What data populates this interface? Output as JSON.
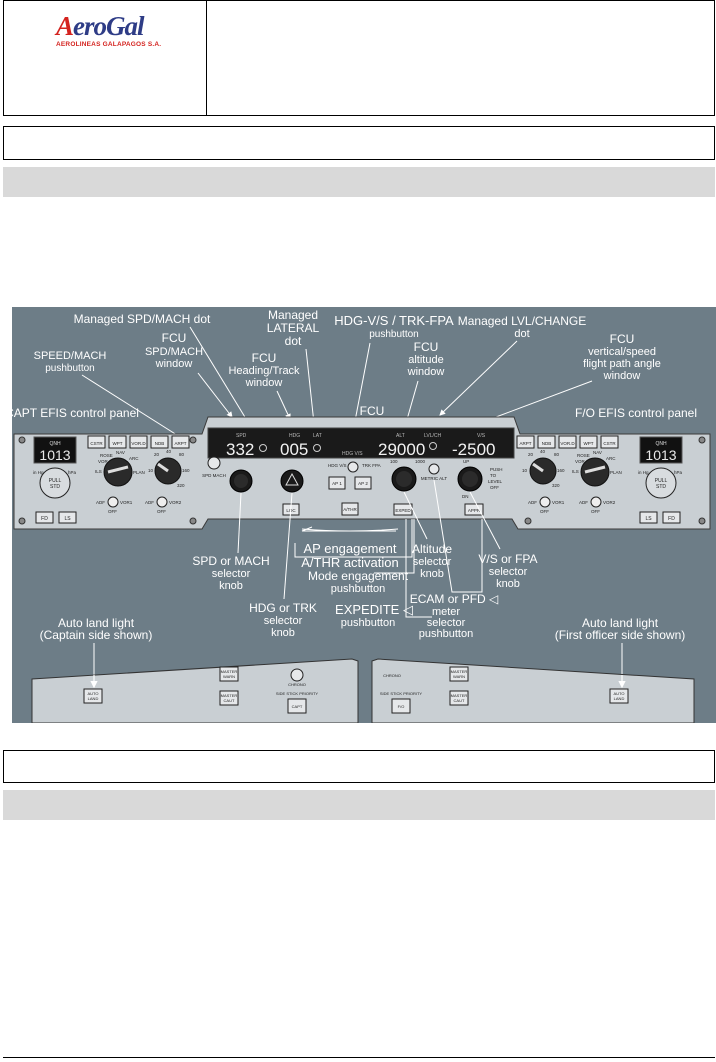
{
  "header": {
    "logo_name_a": "A",
    "logo_name_rest": "eroGal",
    "logo_subtitle": "AEROLINEAS GALAPAGOS S.A."
  },
  "figure": {
    "callouts": {
      "managed_spd_mach_dot": "Managed SPD/MACH dot",
      "managed_lateral_dot": [
        "Managed",
        "LATERAL",
        "dot"
      ],
      "hdg_vs_trk_fpa": [
        "HDG-V/S / TRK-FPA",
        "pushbutton"
      ],
      "managed_lvl_change": [
        "Managed LVL/CHANGE",
        "dot"
      ],
      "speed_mach_pb": [
        "SPEED/MACH",
        "pushbutton"
      ],
      "fcu_spd_mach_window": [
        "FCU",
        "SPD/MACH",
        "window"
      ],
      "fcu_heading_track_window": [
        "FCU",
        "Heading/Track",
        "window"
      ],
      "fcu_altitude_window": [
        "FCU",
        "altitude",
        "window"
      ],
      "fcu_vs_fpa_window": [
        "FCU",
        "vertical/speed",
        "flight path angle",
        "window"
      ],
      "capt_efis": "CAPT EFIS control panel",
      "fcu": "FCU",
      "fo_efis": "F/O EFIS control panel",
      "spd_mach_knob": [
        "SPD or MACH",
        "selector",
        "knob"
      ],
      "ap_engagement": [
        "AP engagement",
        "A/THR activation"
      ],
      "altitude_knob": [
        "Altitude",
        "selector",
        "knob"
      ],
      "vs_fpa_knob": [
        "V/S or FPA",
        "selector",
        "knob"
      ],
      "mode_engagement": [
        "Mode engagement",
        "pushbutton"
      ],
      "hdg_trk_knob": [
        "HDG or TRK",
        "selector",
        "knob"
      ],
      "expedite": [
        "EXPEDITE ◁",
        "pushbutton"
      ],
      "ecam_pfd": [
        "ECAM or PFD ◁",
        "meter",
        "selector",
        "pushbutton"
      ],
      "autoland_capt": [
        "Auto land light",
        "(Captain side shown)"
      ],
      "autoland_fo": [
        "Auto land light",
        "(First officer side shown)"
      ]
    },
    "fcu_panel": {
      "spd_label": "SPD",
      "spd_value": "332",
      "hdg_label": "HDG",
      "hdg_value": "005",
      "lat_label": "LAT",
      "hdgvs_label": "HDG V/S",
      "alt_label": "ALT",
      "lvlch_label": "LVL/CH",
      "alt_value": "29000",
      "vs_label": "V/S",
      "vs_value": "-2500",
      "ap1": "AP 1",
      "ap2": "AP 2",
      "athr": "A/THR",
      "loc": "LOC",
      "expedite": "EXPED",
      "appr": "APPR",
      "spd_mach_btn": "SPD MACH",
      "hdgvs_btn": "HDG V/S",
      "trkfpa_btn": "TRK FPA",
      "metric_alt": "METRIC ALT",
      "alt_100": "100",
      "alt_1000": "1000",
      "up": "UP",
      "push_to_level_off": [
        "PUSH",
        "TO",
        "LEVEL",
        "OFF"
      ],
      "dn": "DN"
    },
    "efis_panel": {
      "baro": "1013",
      "qnh": "QNH",
      "in_hg": "in Hg",
      "hpa": "hPa",
      "pull_std": [
        "PULL",
        "STD"
      ],
      "rose": "ROSE",
      "vor": "VOR",
      "nav": "NAV",
      "arc": "ARC",
      "ils": "ILS",
      "plan": "PLAN",
      "ranges": [
        "10",
        "20",
        "40",
        "80",
        "160",
        "320"
      ],
      "capt_buttons": [
        "CSTR",
        "WPT",
        "VOR.D",
        "NDB",
        "ARPT"
      ],
      "fo_buttons": [
        "ARPT",
        "NDB",
        "VOR.D",
        "WPT",
        "CSTR"
      ],
      "fd": "FD",
      "ls": "LS",
      "adf": "ADF",
      "vor1": "VOR1",
      "vor2": "VOR2",
      "off": "OFF"
    },
    "glareshield": {
      "chrono": "CHRONO",
      "side_stick_priority": "SIDE STICK PRIORITY",
      "master_warn": [
        "MASTER",
        "WARN"
      ],
      "master_caut": [
        "MASTER",
        "CAUT"
      ],
      "auto_land": [
        "AUTO",
        "LAND"
      ],
      "capt_id": "CAPT",
      "fo_id": "F/O"
    }
  }
}
